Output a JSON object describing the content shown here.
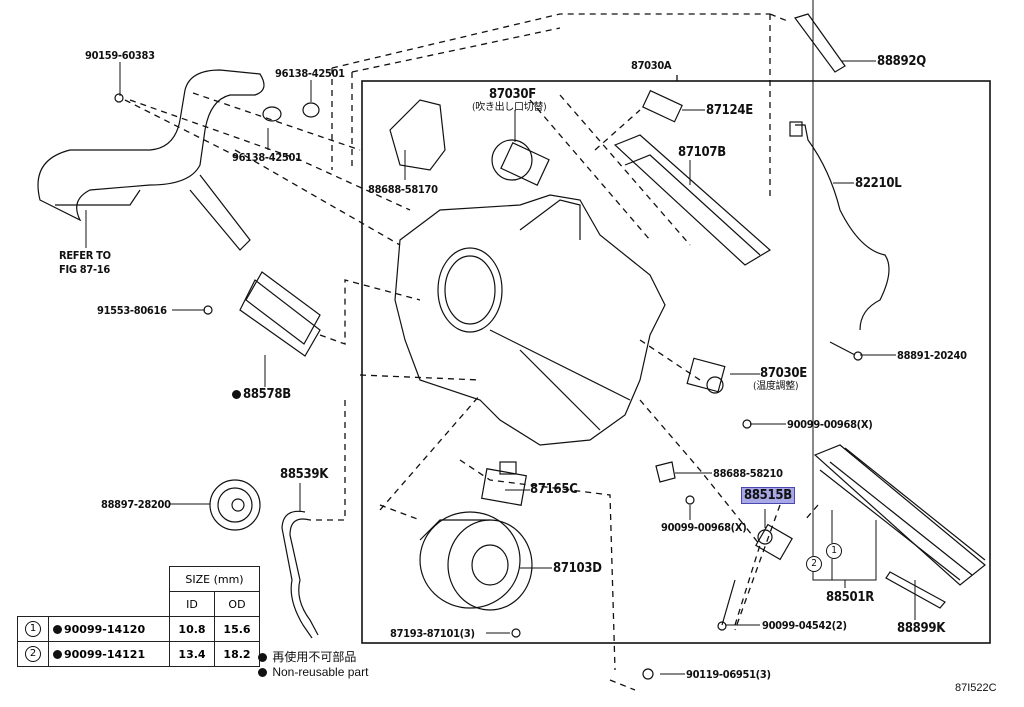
{
  "diagram": {
    "figure_code": "87I522C",
    "assembly_label": "87030A",
    "labels": {
      "p90159_60383": "90159-60383",
      "p96138_42501_a": "96138-42501",
      "p96138_42501_b": "96138-42501",
      "refer_line1": "REFER TO",
      "refer_line2": "FIG 87-16",
      "p91553_80616": "91553-80616",
      "p88578B": "88578B",
      "p88897_28200": "88897-28200",
      "p88539K": "88539K",
      "p87030F": "87030F",
      "p87030F_jp": "(吹き出し口切替)",
      "p88688_58170": "88688-58170",
      "p87124E": "87124E",
      "p87107B": "87107B",
      "p88892Q": "88892Q",
      "p82210L": "82210L",
      "p88891_20240": "88891-20240",
      "p87030E": "87030E",
      "p87030E_jp": "(温度調整)",
      "p90099_00968_a": "90099-00968(X)",
      "p88688_58210": "88688-58210",
      "p90099_00968_b": "90099-00968(X)",
      "p88515B": "88515B",
      "p87165C": "87165C",
      "p87103D": "87103D",
      "p87193_87101": "87193-87101(3)",
      "p90099_04542": "90099-04542(2)",
      "p88501R": "88501R",
      "p88899K": "88899K",
      "p90119_06951": "90119-06951(3)",
      "callout_1": "1",
      "callout_2": "2"
    },
    "highlighted_part": "88515B",
    "highlight_color": "#a9a8e6"
  },
  "size_table": {
    "header": "SIZE (mm)",
    "columns": [
      "ID",
      "OD"
    ],
    "rows": [
      {
        "ref": "1",
        "part": "90099-14120",
        "id": "10.8",
        "od": "15.6"
      },
      {
        "ref": "2",
        "part": "90099-14121",
        "id": "13.4",
        "od": "18.2"
      }
    ]
  },
  "legend": {
    "line_jp": "再使用不可部品",
    "line_en": "Non-reusable part"
  }
}
